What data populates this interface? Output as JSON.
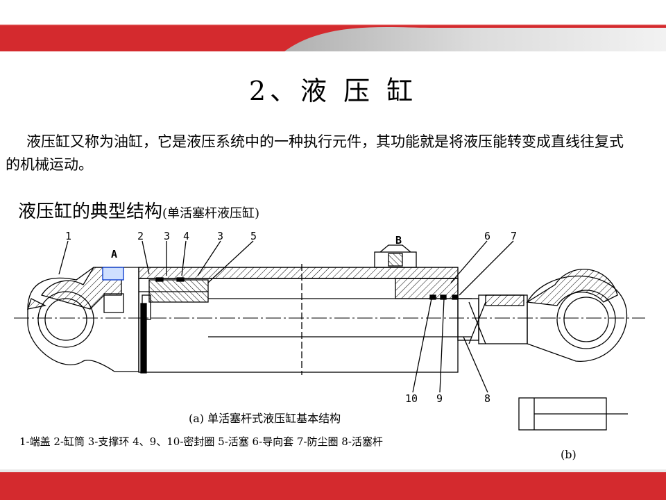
{
  "slide": {
    "title": "2、液 压 缸",
    "paragraph": "液压缸又称为油缸，它是液压系统中的一种执行元件，其功能就是将液压能转变成直线往复式的机械运动。",
    "subtitle_main": "液压缸的典型结构",
    "subtitle_note": "(单活塞杆液压缸)"
  },
  "drawing": {
    "port_a": "A",
    "port_b": "B",
    "part_labels": [
      "1",
      "2",
      "3",
      "4",
      "3",
      "5",
      "6",
      "7",
      "10",
      "9",
      "8"
    ],
    "caption_a": "(a) 单活塞杆式液压缸基本结构",
    "legend": "1-端盖 2-缸筒 3-支撑环 4、9、10-密封圈 5-活塞 6-导向套 7-防尘圈 8-活塞杆",
    "caption_b": "(b)"
  },
  "colors": {
    "brand_red": "#d42a2e",
    "band_gray": "#c8c8c8"
  }
}
